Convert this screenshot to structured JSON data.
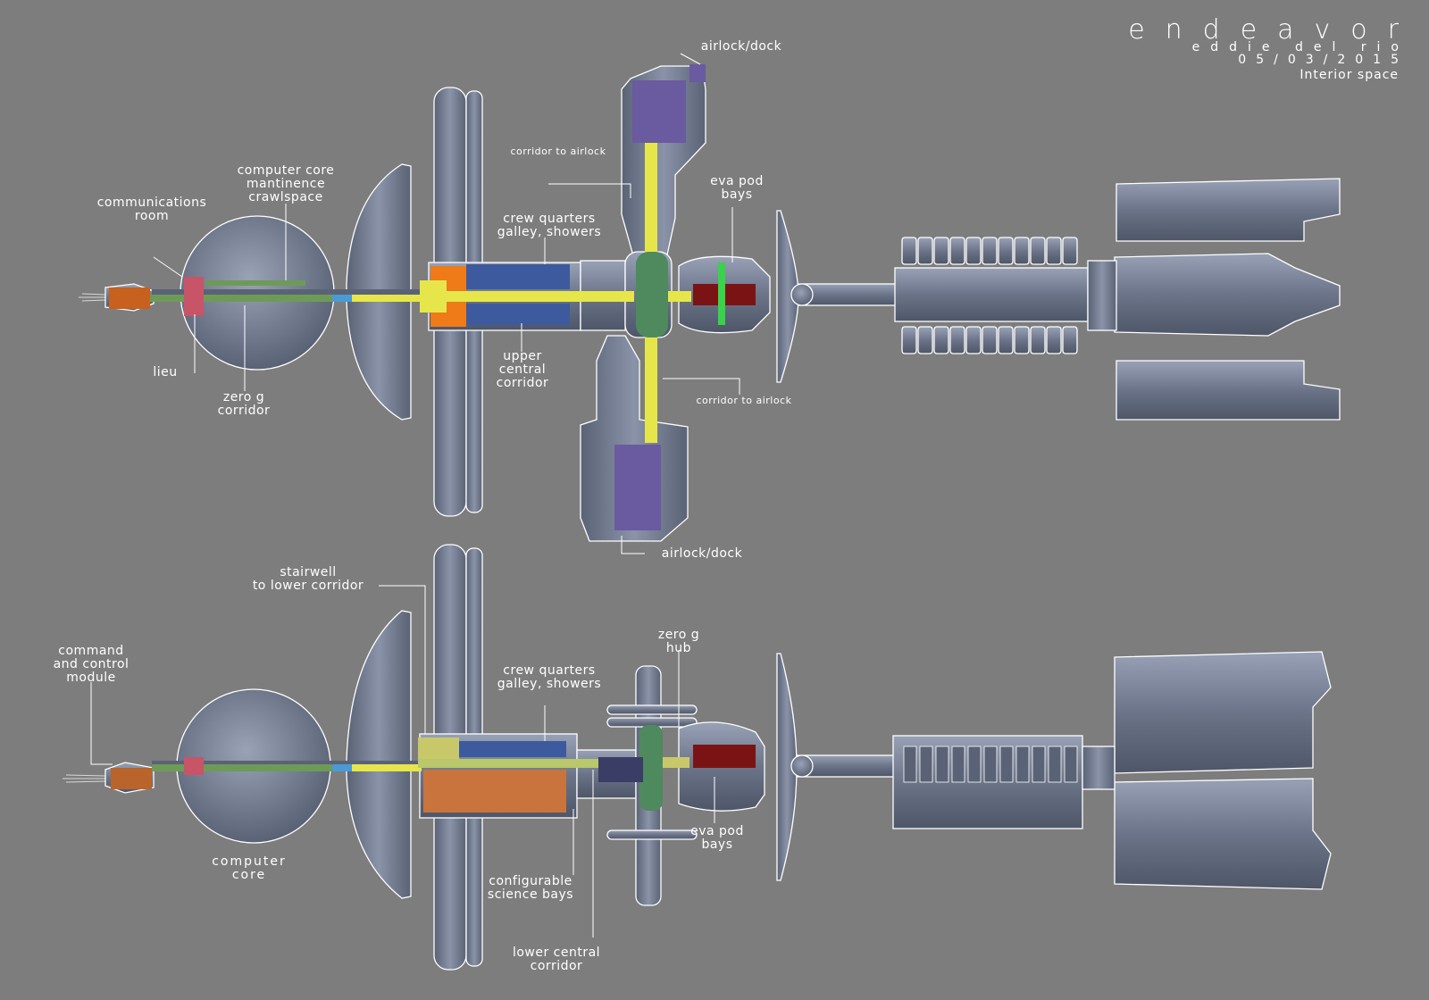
{
  "header": {
    "title": "endeavor",
    "author": "eddie del rio",
    "date": "05/03/2015",
    "subtitle": "Interior space"
  },
  "colors": {
    "background": "#7d7d7d",
    "hull": "#6b7488",
    "hull_light": "#8a93a8",
    "hull_dark": "#4e5668",
    "outline": "#ffffff",
    "corridor_yellow": "#e6e64a",
    "corridor_green": "#6e9a58",
    "corridor_blue": "#4a9ad6",
    "command_orange": "#c8601e",
    "lieu_pink": "#c85468",
    "quarters_blue": "#3d5a9e",
    "quarters_orange": "#ee7a18",
    "airlock_purple": "#6a5aa0",
    "eva_red": "#7a1414",
    "eva_green": "#3ad24a",
    "hub_green": "#4e8a5e",
    "science_orange": "#c8743c"
  },
  "top_view": {
    "labels": {
      "communications_room": [
        "communications",
        "room"
      ],
      "computer_core_maint": [
        "computer core",
        "mantinence",
        "crawlspace"
      ],
      "crew_quarters": [
        "crew quarters",
        "galley, showers"
      ],
      "airlock_dock_top": "airlock/dock",
      "corridor_to_airlock_top": "corridor to airlock",
      "eva_pod_bays": [
        "eva pod",
        "bays"
      ],
      "lieu": "lieu",
      "zero_g_corridor": [
        "zero g",
        "corridor"
      ],
      "upper_central_corridor": [
        "upper",
        "central",
        "corridor"
      ],
      "corridor_to_airlock_bottom": "corridor to airlock",
      "airlock_dock_bottom": "airlock/dock"
    }
  },
  "bottom_view": {
    "labels": {
      "stairwell": [
        "stairwell",
        "to lower corridor"
      ],
      "command_module": [
        "command",
        "and control",
        "module"
      ],
      "crew_quarters": [
        "crew quarters",
        "galley, showers"
      ],
      "zero_g_hub": [
        "zero g",
        "hub"
      ],
      "computer_core": [
        "computer",
        "core"
      ],
      "eva_pod_bays": [
        "eva pod",
        "bays"
      ],
      "science_bays": [
        "configurable",
        "science bays"
      ],
      "lower_central_corridor": [
        "lower central",
        "corridor"
      ]
    }
  }
}
